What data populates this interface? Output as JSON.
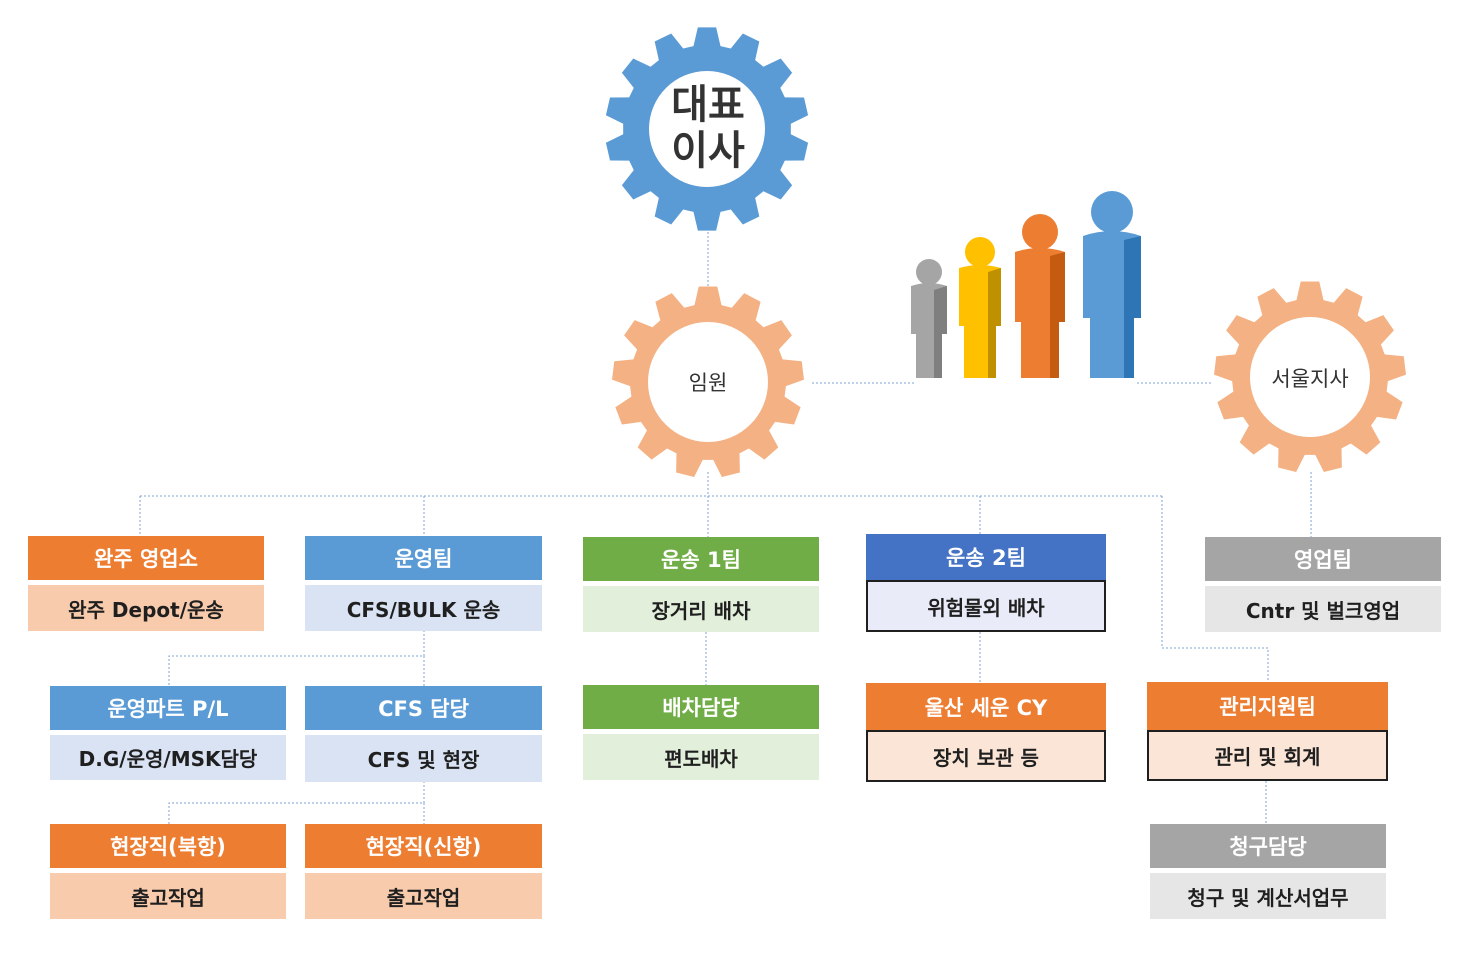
{
  "ceo": {
    "line1": "대표",
    "line2": "이사"
  },
  "executive": {
    "label": "임원"
  },
  "seoul_branch": {
    "label": "서울지사"
  },
  "colors": {
    "gear_blue": "#5b9bd5",
    "gear_peach": "#f4b183",
    "orange": "#ed7d31",
    "orange_light": "#f8cbad",
    "blue": "#5b9bd5",
    "blue_light": "#dae3f3",
    "green": "#70ad47",
    "green_light": "#e2efda",
    "royal": "#4472c4",
    "royal_light": "#e9ecf8",
    "gray": "#a5a5a5",
    "gray_light": "#e6e6e6",
    "line": "#7fa3d1",
    "person_gray": "#a5a5a5",
    "person_yellow": "#ffc000",
    "person_orange": "#ed7d31",
    "person_blue": "#5b9bd5"
  },
  "people_icon": {
    "figures": [
      "gray",
      "yellow",
      "orange",
      "blue"
    ]
  },
  "units": {
    "wanju": {
      "title": "완주 영업소",
      "desc": "완주 Depot/운송"
    },
    "ops_team": {
      "title": "운영팀",
      "desc": "CFS/BULK 운송"
    },
    "transport1": {
      "title": "운송 1팀",
      "desc": "장거리 배차"
    },
    "transport2": {
      "title": "운송 2팀",
      "desc": "위험물외 배차"
    },
    "sales": {
      "title": "영업팀",
      "desc": "Cntr 및 벌크영업"
    },
    "ops_part": {
      "title": "운영파트 P/L",
      "desc": "D.G/운영/MSK담당"
    },
    "cfs": {
      "title": "CFS 담당",
      "desc": "CFS 및 현장"
    },
    "dispatch": {
      "title": "배차담당",
      "desc": "편도배차"
    },
    "ulsan": {
      "title": "울산 세운 CY",
      "desc": "장치 보관 등"
    },
    "admin": {
      "title": "관리지원팀",
      "desc": "관리 및 회계"
    },
    "field_north": {
      "title": "현장직(북항)",
      "desc": "출고작업"
    },
    "field_new": {
      "title": "현장직(신항)",
      "desc": "출고작업"
    },
    "billing": {
      "title": "청구담당",
      "desc": "청구 및 계산서업무"
    }
  }
}
